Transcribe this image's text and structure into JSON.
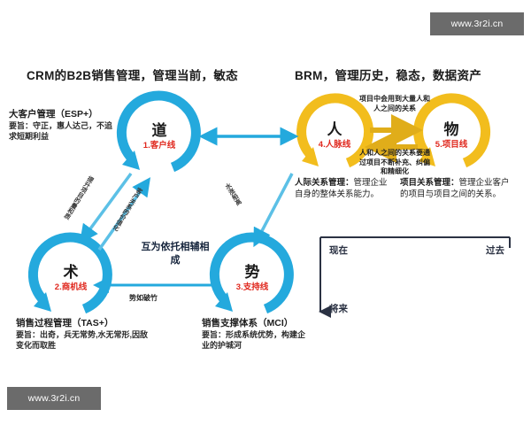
{
  "headings": {
    "left": "CRM的B2B销售管理，管理当前，敏态",
    "right": "BRM，管理历史，稳态，数据资产"
  },
  "nodes": [
    {
      "id": "dao",
      "char": "道",
      "sub": "1.客户线",
      "color": "#24a9dd"
    },
    {
      "id": "shu",
      "char": "术",
      "sub": "2.商机线",
      "color": "#24a9dd"
    },
    {
      "id": "shi",
      "char": "势",
      "sub": "3.支持线",
      "color": "#24a9dd"
    },
    {
      "id": "ren",
      "char": "人",
      "sub": "4.人脉线",
      "color": "#f2bd1d"
    },
    {
      "id": "wu",
      "char": "物",
      "sub": "5.项目线",
      "color": "#f2bd1d"
    }
  ],
  "descriptions": {
    "esp": {
      "title": "大客户管理（ESP+）",
      "body": "要旨：守正，惠人达己，不追求短期利益"
    },
    "tas": {
      "title": "销售过程管理（TAS+）",
      "body": "要旨：出奇，兵无常势,水无常形,因敌变化而取胜"
    },
    "mci": {
      "title": "销售支撑体系（MCI）",
      "body": "要旨：形成系统优势，构建企业的护城河"
    },
    "relationship": {
      "title": "人际关系管理：",
      "body": "管理企业自身的整体关系能力。"
    },
    "project": {
      "title": "项目关系管理：",
      "body": "管理企业客户的项目与项目之间的关系。"
    }
  },
  "annotations": {
    "note_top": "项目中会用到大量人和人之间的关系",
    "note_bottom": "人和人之间的关系要通过项目不断补充、纠偏和精细化",
    "center": "互为依托相辅相成",
    "shi_ru_po_zhu": "势如破竹",
    "upgrade": "提升项目的量和质",
    "value": "客户关系的价值化",
    "rise": "水涨船高"
  },
  "timeline": {
    "now": "现在",
    "past": "过去",
    "future": "将来"
  },
  "watermark": {
    "top": "www.3r2i.cn",
    "bottom": "www.3r2i.cn"
  },
  "colors": {
    "blue": "#24a9dd",
    "yellow": "#f2bd1d",
    "red": "#e0281e",
    "timeline": "#2b3243"
  }
}
